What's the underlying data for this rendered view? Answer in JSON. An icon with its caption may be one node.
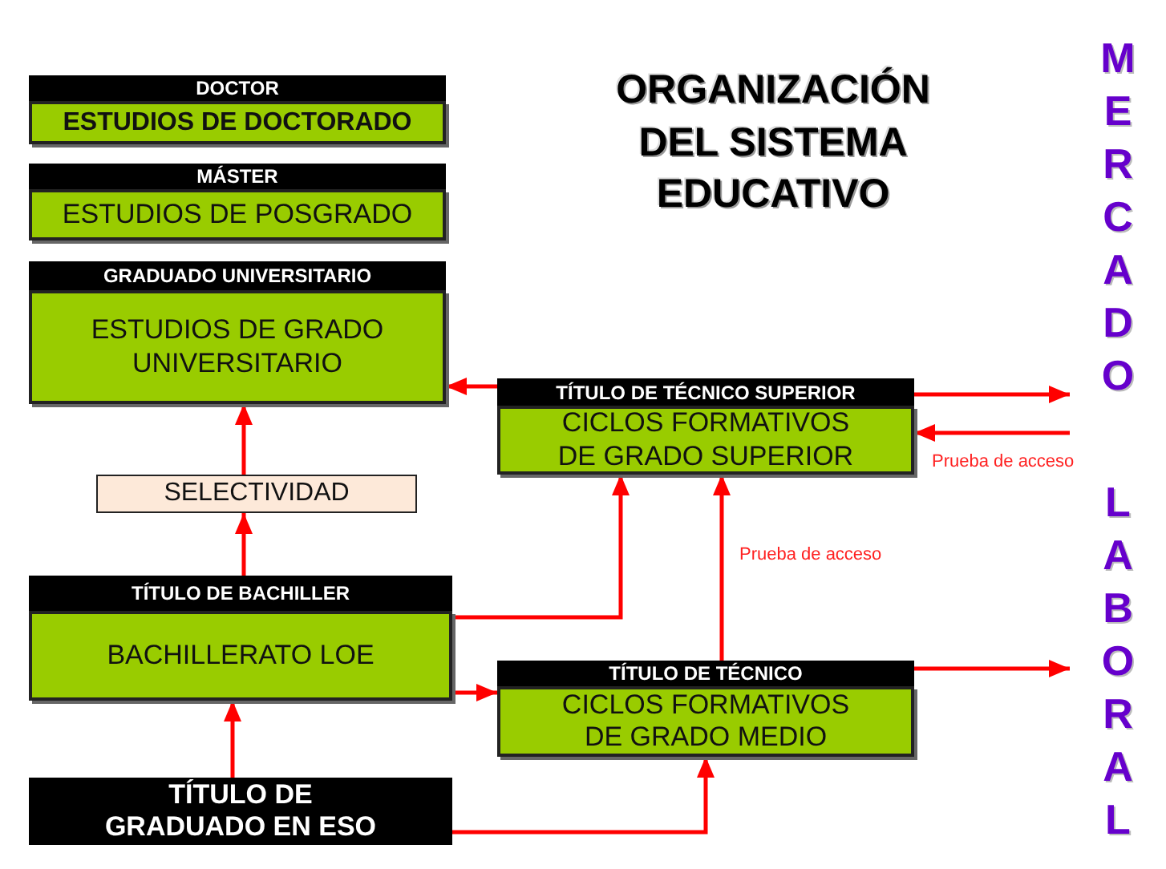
{
  "diagram": {
    "title": "ORGANIZACIÓN DEL SISTEMA EDUCATIVO",
    "nodes": [
      {
        "text": [
          "DOCTOR",
          "ESTUDIOS DE DOCTORADO"
        ]
      },
      {
        "text": [
          "MÁSTER",
          "ESTUDIOS DE POSGRADO"
        ]
      },
      {
        "text": [
          "GRADUADO UNIVERSITARIO",
          "ESTUDIOS DE GRADO UNIVERSITARIO"
        ]
      },
      {
        "text": [
          "TÍTULO DE TÉCNICO SUPERIOR",
          "CICLOS FORMATIVOS DE GRADO SUPERIOR"
        ]
      },
      {
        "text": [
          "SELECTIVIDAD"
        ]
      },
      {
        "text": [
          "TÍTULO DE BACHILLER",
          "BACHILLERATO LOE"
        ]
      },
      {
        "text": [
          "TÍTULO DE TÉCNICO",
          "CICLOS FORMATIVOS DE GRADO MEDIO"
        ]
      },
      {
        "text": [
          "TÍTULO DE GRADUADO EN ESO"
        ]
      },
      {
        "text": [
          "MERCADO",
          "LABORAL"
        ]
      }
    ],
    "edges": [
      {
        "from": 3,
        "to": 2,
        "arrow": "to"
      },
      {
        "from": 4,
        "to": 2,
        "arrow": "to"
      },
      {
        "from": 5,
        "to": 4,
        "arrow": "to"
      },
      {
        "from": 5,
        "to": 3,
        "arrow": "to"
      },
      {
        "from": 6,
        "to": 3,
        "arrow": "to",
        "label": "Prueba de acceso"
      },
      {
        "from": 5,
        "to": 6,
        "arrow": "to"
      },
      {
        "from": 7,
        "to": 5,
        "arrow": "to"
      },
      {
        "from": 7,
        "to": 6,
        "arrow": "to"
      },
      {
        "from": 3,
        "to": 8,
        "arrow": "to"
      },
      {
        "from": 8,
        "to": 3,
        "arrow": "to",
        "label": "Prueba de acceso"
      },
      {
        "from": 6,
        "to": 8,
        "arrow": "to"
      }
    ]
  }
}
